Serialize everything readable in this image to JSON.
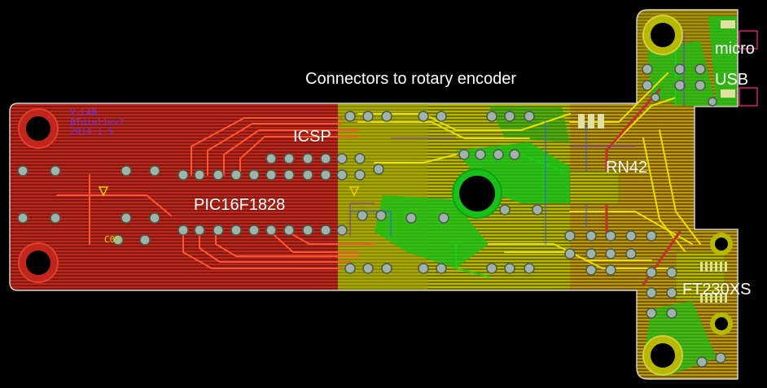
{
  "labels": {
    "connectors": "Connectors to rotary encoder",
    "icsp": "ICSP",
    "pic": "PIC16F1828",
    "rn42": "RN42",
    "micro": "micro",
    "usb": "USB",
    "ft230xs": "FT230XS"
  },
  "silkscreen": {
    "line1": "V-LAB",
    "line2": "BTdial1ev7",
    "line3": "2014-1-5",
    "c05": "C05"
  },
  "colors": {
    "background": "#000000",
    "top_copper": "#c0261a",
    "bottom_copper": "#b8b800",
    "outline": "#d0d0d0",
    "pad": "#9fb3a8",
    "green_trace": "#18c018",
    "silk": "#7a2fd6",
    "label_text": "#ffffff"
  }
}
